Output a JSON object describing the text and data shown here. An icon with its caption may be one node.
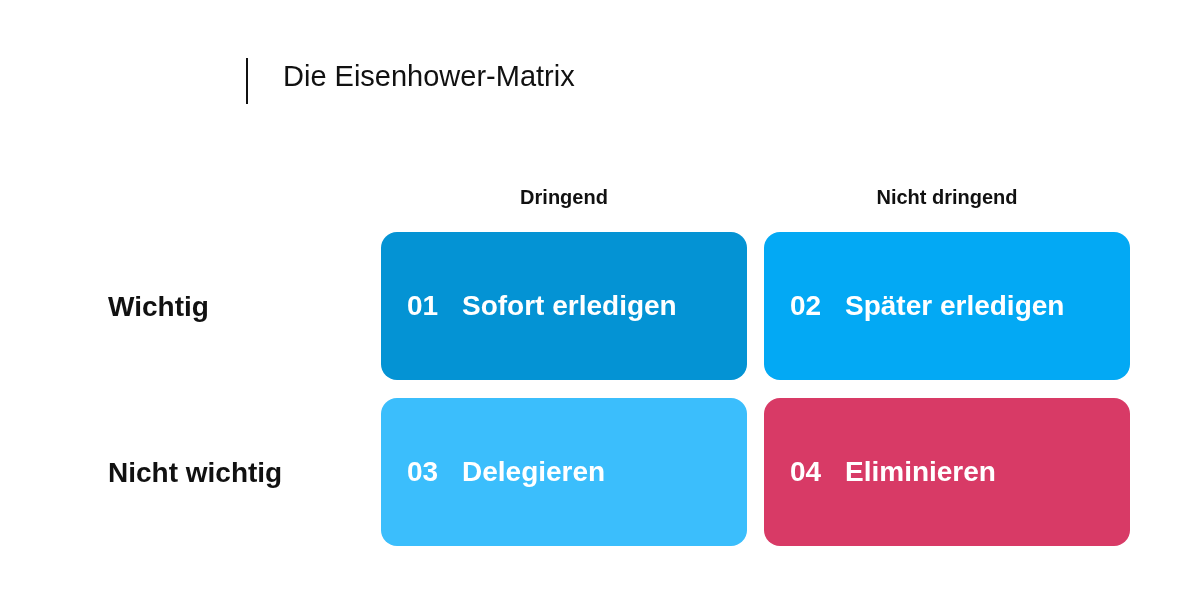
{
  "diagram": {
    "title": "Die Eisenhower-Matrix",
    "nodes": [
      {
        "text": [
          "01",
          "Sofort erledigen"
        ]
      },
      {
        "text": [
          "02",
          "Später erledigen"
        ]
      },
      {
        "text": [
          "03",
          "Delegieren"
        ]
      },
      {
        "text": [
          "04",
          "Eliminieren"
        ]
      }
    ],
    "labels": [
      "Dringend",
      "Nicht dringend",
      "Wichtig",
      "Nicht wichtig"
    ]
  }
}
